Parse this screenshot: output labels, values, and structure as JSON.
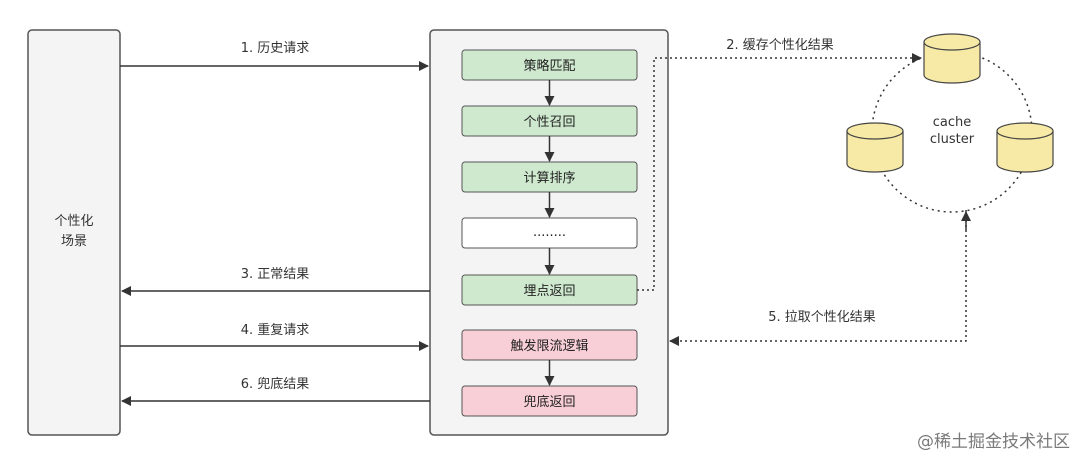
{
  "scene": {
    "title_lines": [
      "个性化",
      "场景"
    ]
  },
  "service": {
    "steps": [
      {
        "label": "策略匹配",
        "color": "#cfe9cf"
      },
      {
        "label": "个性召回",
        "color": "#cfe9cf"
      },
      {
        "label": "计算排序",
        "color": "#cfe9cf"
      },
      {
        "label": "........",
        "color": "#ffffff"
      },
      {
        "label": "埋点返回",
        "color": "#cfe9cf"
      },
      {
        "label": "触发限流逻辑",
        "color": "#f8cfd6"
      },
      {
        "label": "兜底返回",
        "color": "#f8cfd6"
      }
    ]
  },
  "flows": {
    "f1": "1. 历史请求",
    "f2": "2. 缓存个性化结果",
    "f3": "3. 正常结果",
    "f4": "4. 重复请求",
    "f5": "5. 拉取个性化结果",
    "f6": "6. 兜底结果"
  },
  "cache": {
    "label_lines": [
      "cache",
      "cluster"
    ],
    "db_color": "#f7eaa6"
  },
  "watermark": "@稀土掘金技术社区"
}
